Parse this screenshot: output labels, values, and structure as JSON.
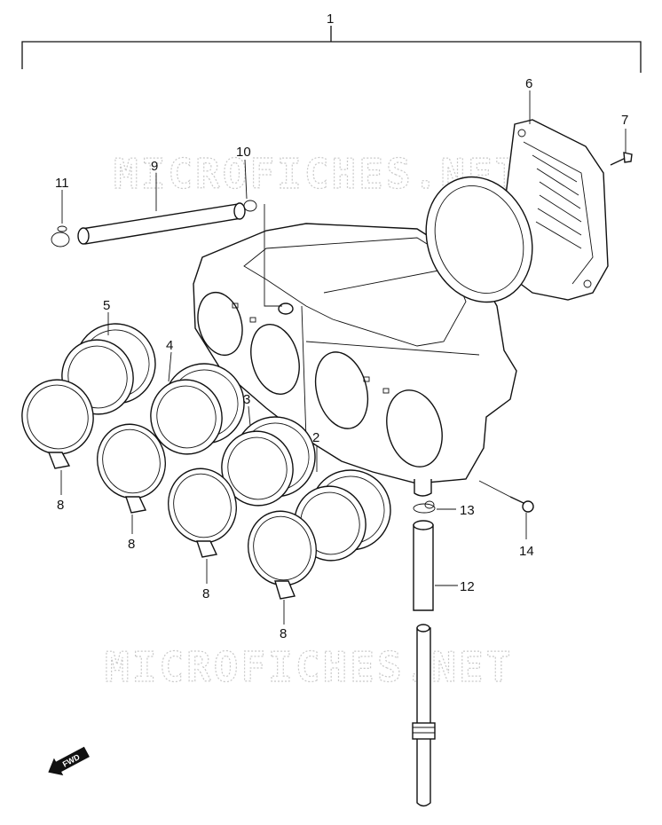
{
  "diagram": {
    "watermark": "MICROFICHES.NET",
    "callouts": {
      "c1": "1",
      "c2": "2",
      "c3": "3",
      "c4": "4",
      "c5": "5",
      "c6": "6",
      "c7": "7",
      "c8a": "8",
      "c8b": "8",
      "c8c": "8",
      "c8d": "8",
      "c9": "9",
      "c10": "10",
      "c11": "11",
      "c12": "12",
      "c13": "13",
      "c14": "14"
    },
    "fwd_label": "FWD"
  }
}
